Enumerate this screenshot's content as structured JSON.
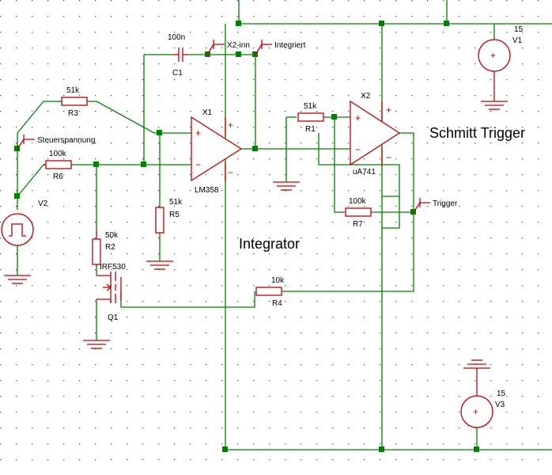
{
  "titles": {
    "integrator": "Integrator",
    "schmitt": "Schmitt Trigger"
  },
  "components": {
    "C1": {
      "ref": "C1",
      "value": "100n"
    },
    "R1": {
      "ref": "R1",
      "value": "51k"
    },
    "R2": {
      "ref": "R2",
      "value": "50k"
    },
    "R3": {
      "ref": "R3",
      "value": "51k"
    },
    "R4": {
      "ref": "R4",
      "value": "10k"
    },
    "R5": {
      "ref": "R5",
      "value": "51k"
    },
    "R6": {
      "ref": "R6",
      "value": "100k"
    },
    "R7": {
      "ref": "R7",
      "value": "100k"
    },
    "X1": {
      "ref": "X1",
      "model": "LM358"
    },
    "X2": {
      "ref": "X2",
      "model": "uA741"
    },
    "Q1": {
      "ref": "Q1",
      "model": "IRF530"
    },
    "V1": {
      "ref": "V1",
      "value": "15"
    },
    "V2": {
      "ref": "V2"
    },
    "V3": {
      "ref": "V3",
      "value": "15"
    }
  },
  "probes": {
    "x2_inn": "X2-inn",
    "integriert": "Integriert",
    "steuerspannung": "Steuerspannung",
    "trigger": "Trigger"
  },
  "signs": {
    "plus": "+",
    "minus": "−"
  }
}
